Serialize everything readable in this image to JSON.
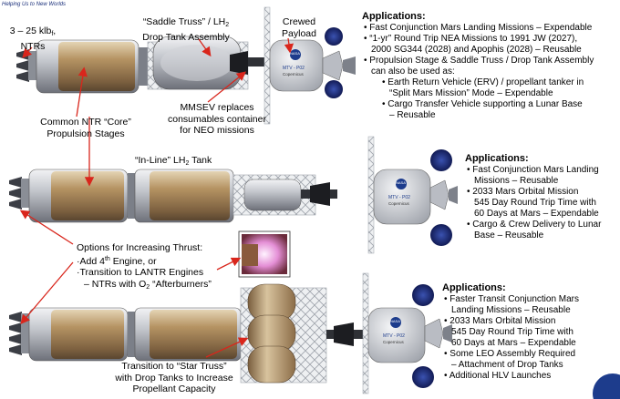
{
  "logo": {
    "tagline": "Helping Us to New Worlds"
  },
  "labels": {
    "ntrs": [
      "3 – 25 klb",
      "NTRs"
    ],
    "ntrs_sub": "f",
    "saddle_truss": [
      "“Saddle Truss” / LH",
      "Drop Tank Assembly"
    ],
    "saddle_sub": "2",
    "crewed_payload": [
      "Crewed",
      "Payload"
    ],
    "mmsev": [
      "MMSEV replaces",
      "consumables container",
      "for NEO missions"
    ],
    "common_ntr": [
      "Common NTR “Core”",
      "Propulsion Stages"
    ],
    "inline_tank": "“In-Line” LH",
    "inline_sub": "2",
    "inline_tail": " Tank",
    "options_title": "Options for Increasing Thrust:",
    "options_1a": "·Add 4",
    "options_1sup": "th",
    "options_1b": " Engine, or",
    "options_2": "·Transition to LANTR Engines",
    "options_3a": "– NTRs with O",
    "options_3sub": "2",
    "options_3b": " “Afterburners”",
    "star_truss": [
      "Transition to “Star Truss”",
      "with Drop Tanks to Increase",
      "Propellant Capacity"
    ],
    "module_text": "MTV - P02",
    "module_text2": "Copernicus",
    "nasa": "NASA"
  },
  "applications_1": {
    "heading": "Applications:",
    "items": [
      {
        "level": 1,
        "lines": [
          "Fast Conjunction Mars Landing Missions – Expendable"
        ]
      },
      {
        "level": 1,
        "lines": [
          "“1-yr” Round Trip NEA Missions to 1991 JW (2027),",
          "2000 SG344 (2028) and Apophis (2028) – Reusable"
        ]
      },
      {
        "level": 1,
        "lines": [
          "Propulsion Stage & Saddle Truss / Drop Tank Assembly",
          "can also be used as:"
        ]
      },
      {
        "level": 2,
        "lines": [
          "Earth Return Vehicle (ERV) / propellant tanker in",
          "“Split Mars Mission” Mode – Expendable"
        ]
      },
      {
        "level": 2,
        "lines": [
          "Cargo Transfer Vehicle supporting a Lunar Base",
          "– Reusable"
        ]
      }
    ]
  },
  "applications_2": {
    "heading": "Applications:",
    "items": [
      {
        "level": 1,
        "lines": [
          "Fast Conjunction Mars Landing",
          "Missions – Reusable"
        ]
      },
      {
        "level": 1,
        "lines": [
          "2033 Mars Orbital Mission",
          "545 Day Round Trip Time with",
          "60 Days at Mars – Expendable"
        ]
      },
      {
        "level": 1,
        "lines": [
          "Cargo & Crew Delivery to Lunar",
          "Base – Reusable"
        ]
      }
    ]
  },
  "applications_3": {
    "heading": "Applications:",
    "items": [
      {
        "level": 1,
        "lines": [
          "Faster Transit Conjunction Mars",
          "Landing Missions – Reusable"
        ]
      },
      {
        "level": 1,
        "lines": [
          "2033 Mars Orbital Mission",
          "545 Day Round Trip Time with",
          "60 Days at Mars – Expendable"
        ]
      },
      {
        "level": 1,
        "lines": [
          "Some LEO Assembly Required",
          "– Attachment of Drop Tanks"
        ]
      },
      {
        "level": 1,
        "lines": [
          "Additional HLV Launches"
        ]
      }
    ]
  },
  "colors": {
    "tank_tan": "#b59363",
    "tank_dark": "#6e5638",
    "tank_light": "#d9c4a0",
    "metal": "#c9ccd1",
    "metal_dark": "#6d7079",
    "truss": "#e6e8eb",
    "arrow_red": "#d9261c",
    "solar_blue": "#1c2a78",
    "nasa_blue": "#1d3c8c"
  }
}
